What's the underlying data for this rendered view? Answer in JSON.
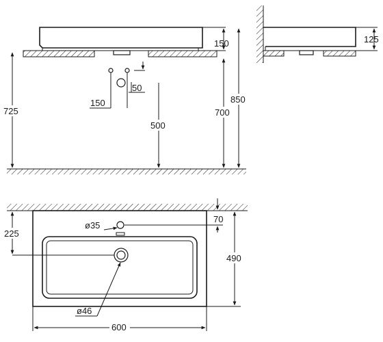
{
  "side_view": {
    "dims": {
      "bowl_height": "150",
      "total_height": "850",
      "floor_to_underside": "725",
      "floor_to_outlet": "700",
      "floor_to_waste": "500",
      "tap_offset": "150",
      "tap_drop": "50"
    }
  },
  "detail_view": {
    "dims": {
      "bowl_height": "125"
    }
  },
  "plan_view": {
    "dims": {
      "tap_hole_dia": "ø35",
      "tap_from_wall": "70",
      "waste_from_wall": "225",
      "depth": "490",
      "waste_dia": "ø46",
      "width": "600"
    }
  },
  "colors": {
    "line": "#1a1a1a",
    "background": "#ffffff"
  },
  "icons": [
    "hatch-wall-pattern",
    "hatch-floor-pattern",
    "arrow-head"
  ]
}
